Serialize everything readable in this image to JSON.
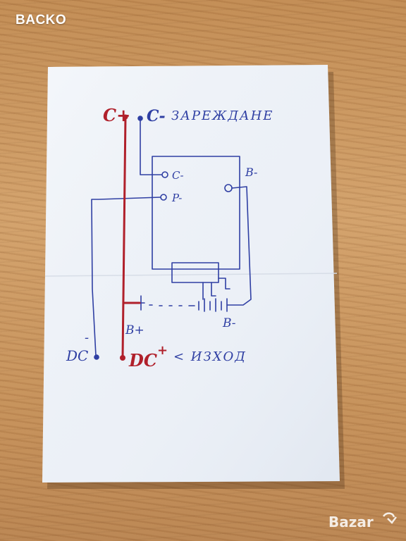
{
  "watermark": {
    "top_left_text": "BACKO",
    "bottom_right_logo": "Bazar"
  },
  "sketch": {
    "top_left_label": "C+",
    "top_charge_label": "C-",
    "charge_text": "ЗАРЕЖДАНЕ",
    "board_label_c_minus": "C-",
    "board_label_p_minus": "P-",
    "board_label_b_minus_right": "B-",
    "battery_plus": "B+",
    "battery_minus": "B-",
    "dc_minus": "DC",
    "dc_minus_sign": "-",
    "dc_plus": "DC",
    "dc_plus_sign": "+",
    "output_text": "< ИЗХОД"
  },
  "colors": {
    "ink_blue": "#2f3fa3",
    "ink_red": "#b0202b",
    "paper": "#f3f6fb"
  }
}
